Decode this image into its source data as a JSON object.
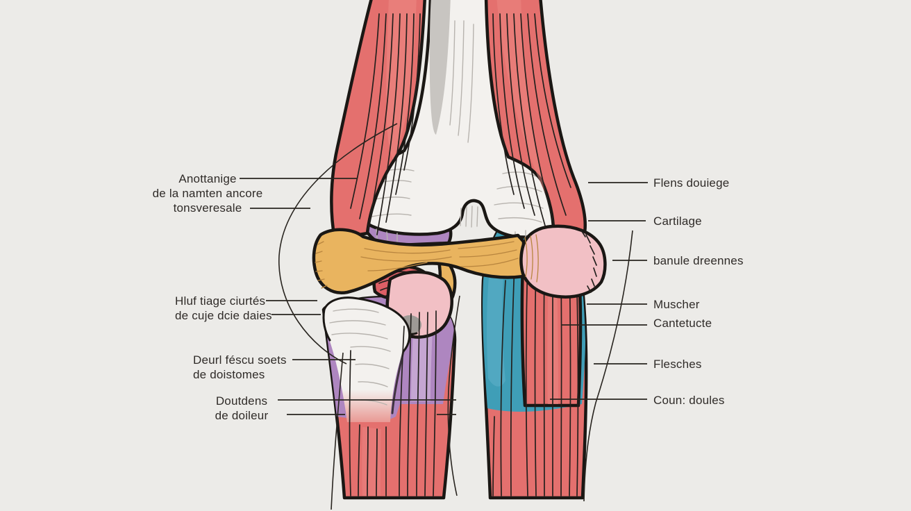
{
  "illustration": {
    "subject": "knee-joint-anatomy-diagram",
    "colors": {
      "background": "#ecebe8",
      "outline": "#1a1714",
      "muscle_red": "#e4706e",
      "muscle_red_deep": "#dd5f66",
      "bone_white": "#f3f1ee",
      "bone_shadow": "#c8c5c1",
      "bone_tan": "#e9b45f",
      "bone_tan_dark": "#b8853f",
      "pink": "#f2c0c5",
      "teal": "#3f9eb7",
      "teal_light": "#5aadc4",
      "purple": "#ae86c0",
      "purple_light": "#c9abd5",
      "gray_spot": "#9e9a96",
      "label_text": "#2f2b28"
    }
  },
  "labels": {
    "left": [
      {
        "lines": [
          "Anottanige",
          "de la namten ancore",
          "tonsveresale"
        ]
      },
      {
        "lines": [
          "Hluf tiage ciurtés",
          "de cuje dcie daies"
        ]
      },
      {
        "lines": [
          "Deurl féscu soets",
          "de doistomes"
        ]
      },
      {
        "lines": [
          "Doutdens",
          "de doileur"
        ]
      }
    ],
    "right": [
      {
        "text": "Flens douiege"
      },
      {
        "text": "Cartilage"
      },
      {
        "text": "banule dreennes"
      },
      {
        "text": "Muscher"
      },
      {
        "text": "Cantetucte"
      },
      {
        "text": "Flesches"
      },
      {
        "text": "Coun: doules"
      }
    ]
  }
}
